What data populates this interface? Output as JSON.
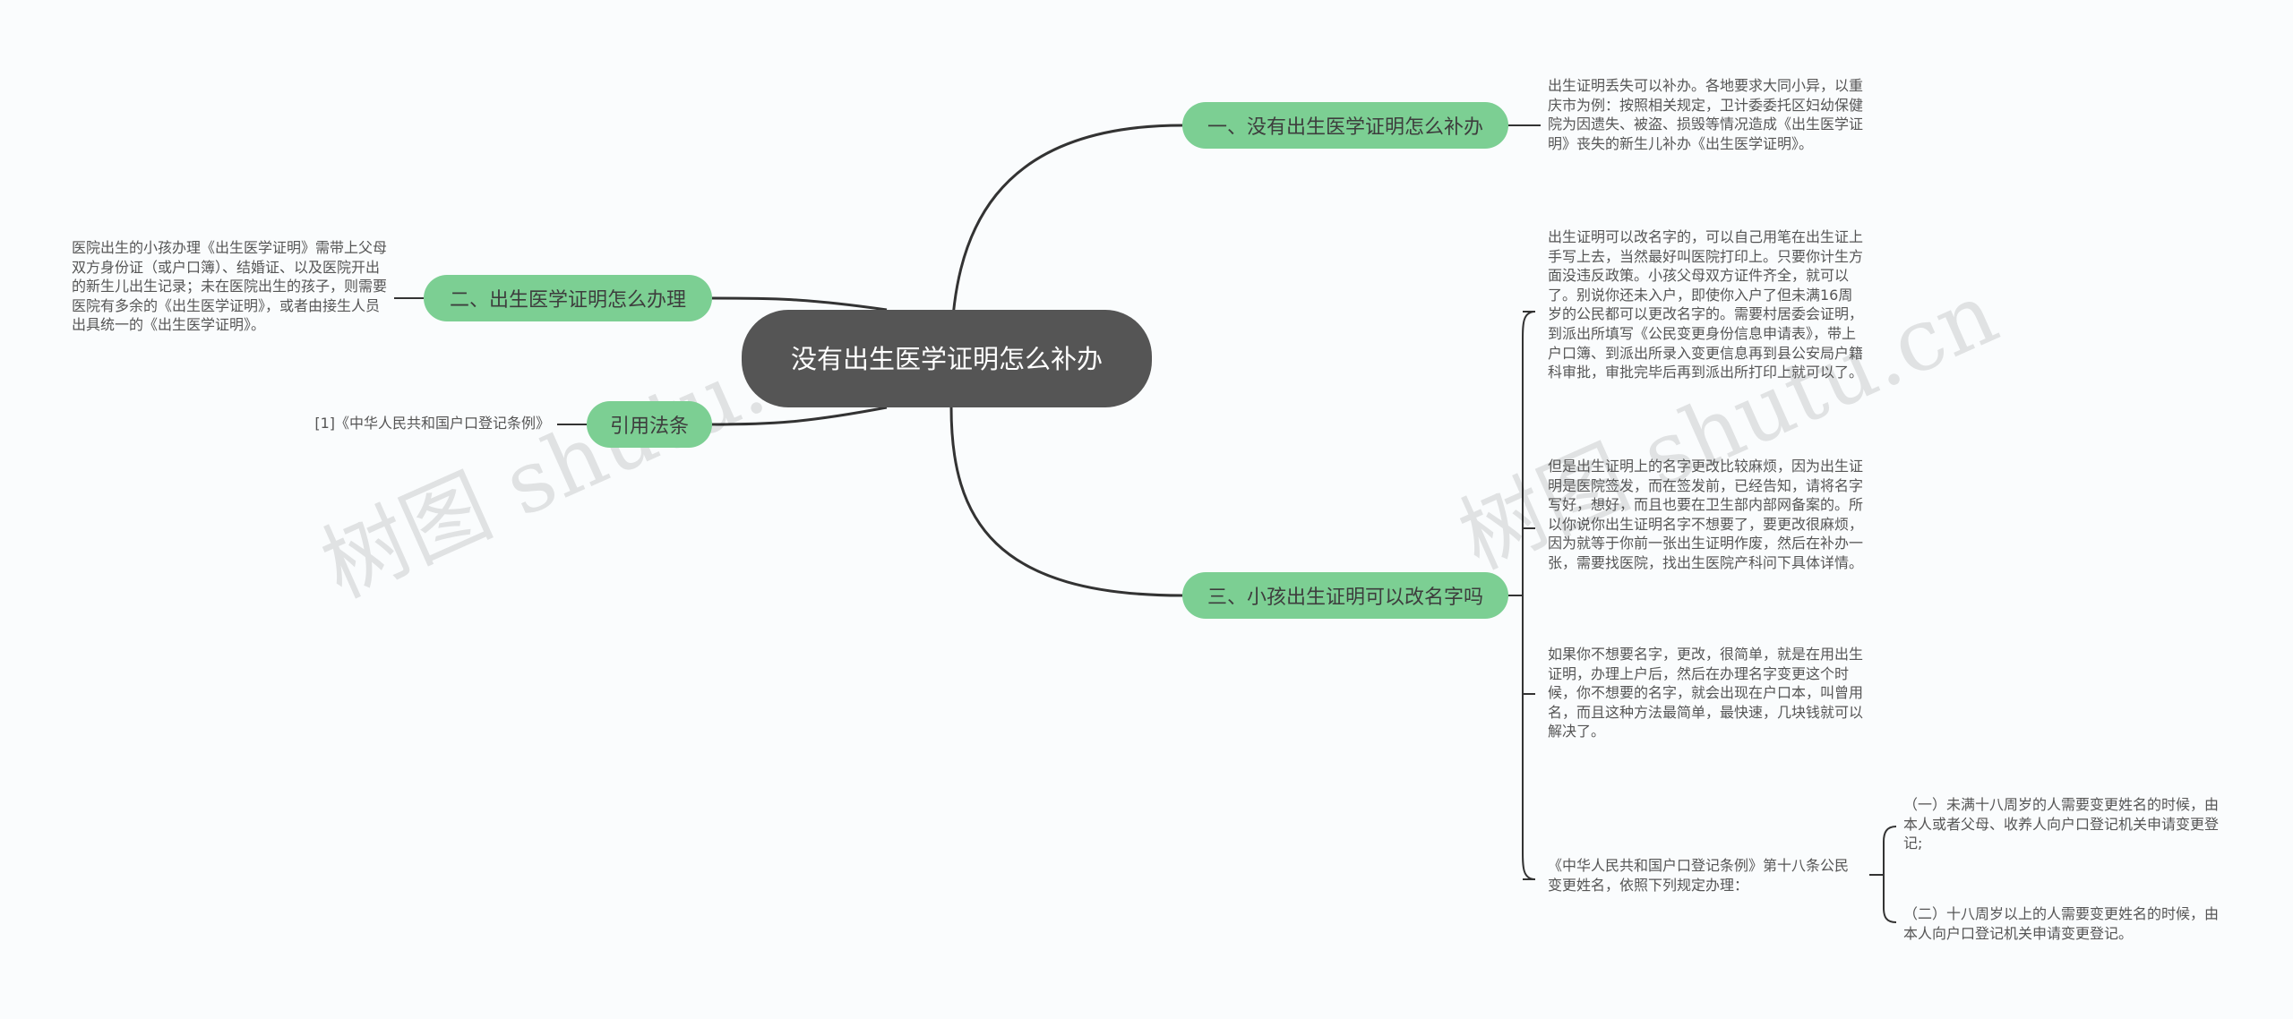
{
  "root": {
    "title": "没有出生医学证明怎么补办"
  },
  "branches": {
    "b1": {
      "label": "一、没有出生医学证明怎么补办",
      "note": "出生证明丢失可以补办。各地要求大同小异，以重庆市为例：按照相关规定，卫计委委托区妇幼保健院为因遗失、被盗、损毁等情况造成《出生医学证明》丧失的新生儿补办《出生医学证明》。"
    },
    "b2": {
      "label": "二、出生医学证明怎么办理",
      "note": "医院出生的小孩办理《出生医学证明》需带上父母双方身份证（或户口簿）、结婚证、以及医院开出的新生儿出生记录；未在医院出生的孩子，则需要医院有多余的《出生医学证明》，或者由接生人员出具统一的《出生医学证明》。"
    },
    "b3": {
      "label": "三、小孩出生证明可以改名字吗",
      "notes": [
        "出生证明可以改名字的，可以自己用笔在出生证上手写上去，当然最好叫医院打印上。只要你计生方面没违反政策。小孩父母双方证件齐全，就可以了。别说你还未入户，即使你入户了但未满16周岁的公民都可以更改名字的。需要村居委会证明，到派出所填写《公民变更身份信息申请表》，带上户口簿、到派出所录入变更信息再到县公安局户籍科审批，审批完毕后再到派出所打印上就可以了。",
        "但是出生证明上的名字更改比较麻烦，因为出生证明是医院签发，而在签发前，已经告知，请将名字写好，想好，而且也要在卫生部内部网备案的。所以你说你出生证明名字不想要了，要更改很麻烦，因为就等于你前一张出生证明作废，然后在补办一张，需要找医院，找出生医院产科问下具体详情。",
        "如果你不想要名字，更改，很简单，就是在用出生证明，办理上户后，然后在办理名字变更这个时候，你不想要的名字，就会出现在户口本，叫曾用名，而且这种方法最简单，最快速，几块钱就可以解决了。",
        "《中华人民共和国户口登记条例》第十八条公民变更姓名，依照下列规定办理："
      ],
      "sub_notes": [
        "（一）未满十八周岁的人需要变更姓名的时候，由本人或者父母、收养人向户口登记机关申请变更登记;",
        "（二）十八周岁以上的人需要变更姓名的时候，由本人向户口登记机关申请变更登记。"
      ]
    },
    "b4": {
      "label": "引用法条",
      "note": "[1]《中华人民共和国户口登记条例》"
    }
  },
  "watermarks": [
    "树图 shutu.cn",
    "树图 shutu.cn"
  ],
  "colors": {
    "root": "#555555",
    "branch": "#7ccf93",
    "edge": "#333333",
    "text": "#555555"
  }
}
